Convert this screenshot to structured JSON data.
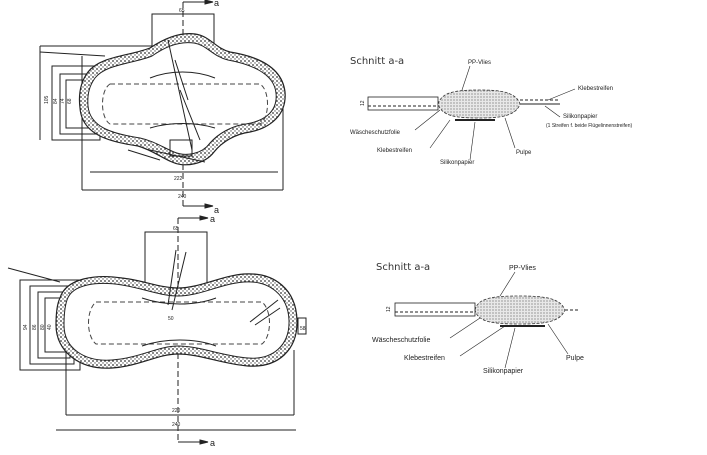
{
  "top_plan": {
    "dims": {
      "top_width": "65",
      "total_width": "240",
      "inner_width": "222",
      "d1": "105",
      "d2": "84",
      "d3": "74",
      "d4": "68"
    },
    "section_mark": "a"
  },
  "top_section": {
    "title": "Schnitt a-a",
    "labels": {
      "pp_vlies": "PP-Vlies",
      "klebestreifen_right": "Klebestreifen",
      "silikonpapier_right": "Silikonpapier",
      "silikonpapier_note": "(1 Streifen f. beide Flügelinnenstreifen)",
      "thickness": "12",
      "waescheschutzfolie": "Wäscheschutzfolie",
      "klebestreifen_left": "Klebestreifen",
      "silikonpapier_bottom": "Silikonpapier",
      "pulpe": "Pulpe"
    }
  },
  "bottom_plan": {
    "dims": {
      "top_width": "65",
      "total_width": "240",
      "inner_width": "220",
      "mid": "50",
      "right": "58",
      "d1": "94",
      "d2": "86",
      "d3": "80",
      "d4": "40"
    },
    "section_mark": "a"
  },
  "bottom_section": {
    "title": "Schnitt a-a",
    "labels": {
      "pp_vlies": "PP-Vlies",
      "thickness": "12",
      "waescheschutzfolie": "Wäscheschutzfolie",
      "klebestreifen": "Klebestreifen",
      "silikonpapier": "Silikonpapier",
      "pulpe": "Pulpe"
    }
  }
}
